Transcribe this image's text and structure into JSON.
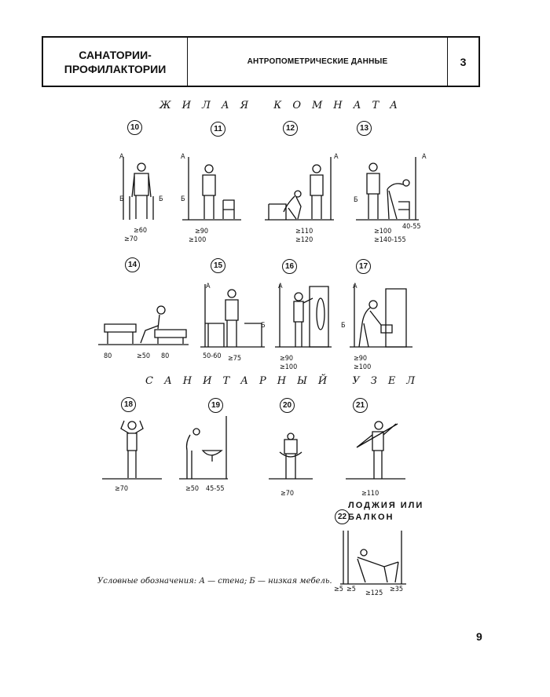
{
  "header": {
    "title": "САНАТОРИИ-\nПРОФИЛАКТОРИИ",
    "subtitle": "АНТРОПОМЕТРИЧЕСКИЕ ДАННЫЕ",
    "sheet": "3"
  },
  "sections": {
    "living_room": "ЖИЛАЯ КОМНАТА",
    "sanitary": "САНИТАРНЫЙ УЗЕЛ",
    "loggia": "ЛОДЖИЯ ИЛИ\nБАЛКОН"
  },
  "figures": [
    {
      "num": "10",
      "labels": [
        "А",
        "Б",
        "Б",
        "≥60",
        "≥70"
      ]
    },
    {
      "num": "11",
      "labels": [
        "А",
        "Б",
        "≥90",
        "≥100"
      ]
    },
    {
      "num": "12",
      "labels": [
        "А",
        "≥110",
        "≥120"
      ]
    },
    {
      "num": "13",
      "labels": [
        "А",
        "Б",
        "≥100",
        "40-55",
        "≥140-155"
      ]
    },
    {
      "num": "14",
      "labels": [
        "80",
        "≥50",
        "80"
      ]
    },
    {
      "num": "15",
      "labels": [
        "А",
        "Б",
        "50-60",
        "≥75"
      ]
    },
    {
      "num": "16",
      "labels": [
        "А",
        "≥90",
        "≥100"
      ]
    },
    {
      "num": "17",
      "labels": [
        "А",
        "Б",
        "≥90",
        "≥100"
      ]
    },
    {
      "num": "18",
      "labels": [
        "≥70"
      ]
    },
    {
      "num": "19",
      "labels": [
        "≥50",
        "45-55"
      ]
    },
    {
      "num": "20",
      "labels": [
        "≥70"
      ]
    },
    {
      "num": "21",
      "labels": [
        "≥110"
      ]
    },
    {
      "num": "22",
      "labels": [
        "≥5",
        "≥5",
        "≥125",
        "≥35"
      ]
    }
  ],
  "legend": "Условные обозначения: А — стена; Б — низкая мебель.",
  "page_number": "9"
}
